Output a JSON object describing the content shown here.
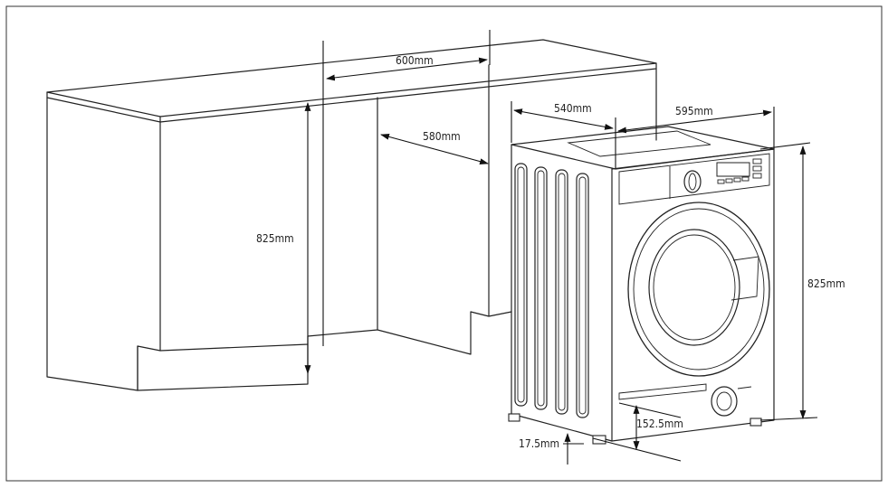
{
  "dimensions": {
    "top_width": "600mm",
    "niche_depth": "580mm",
    "cabinet_height": "825mm",
    "machine_depth": "540mm",
    "machine_width": "595mm",
    "machine_height": "825mm",
    "toe_kick_height": "152.5mm",
    "foot_height": "17.5mm"
  }
}
